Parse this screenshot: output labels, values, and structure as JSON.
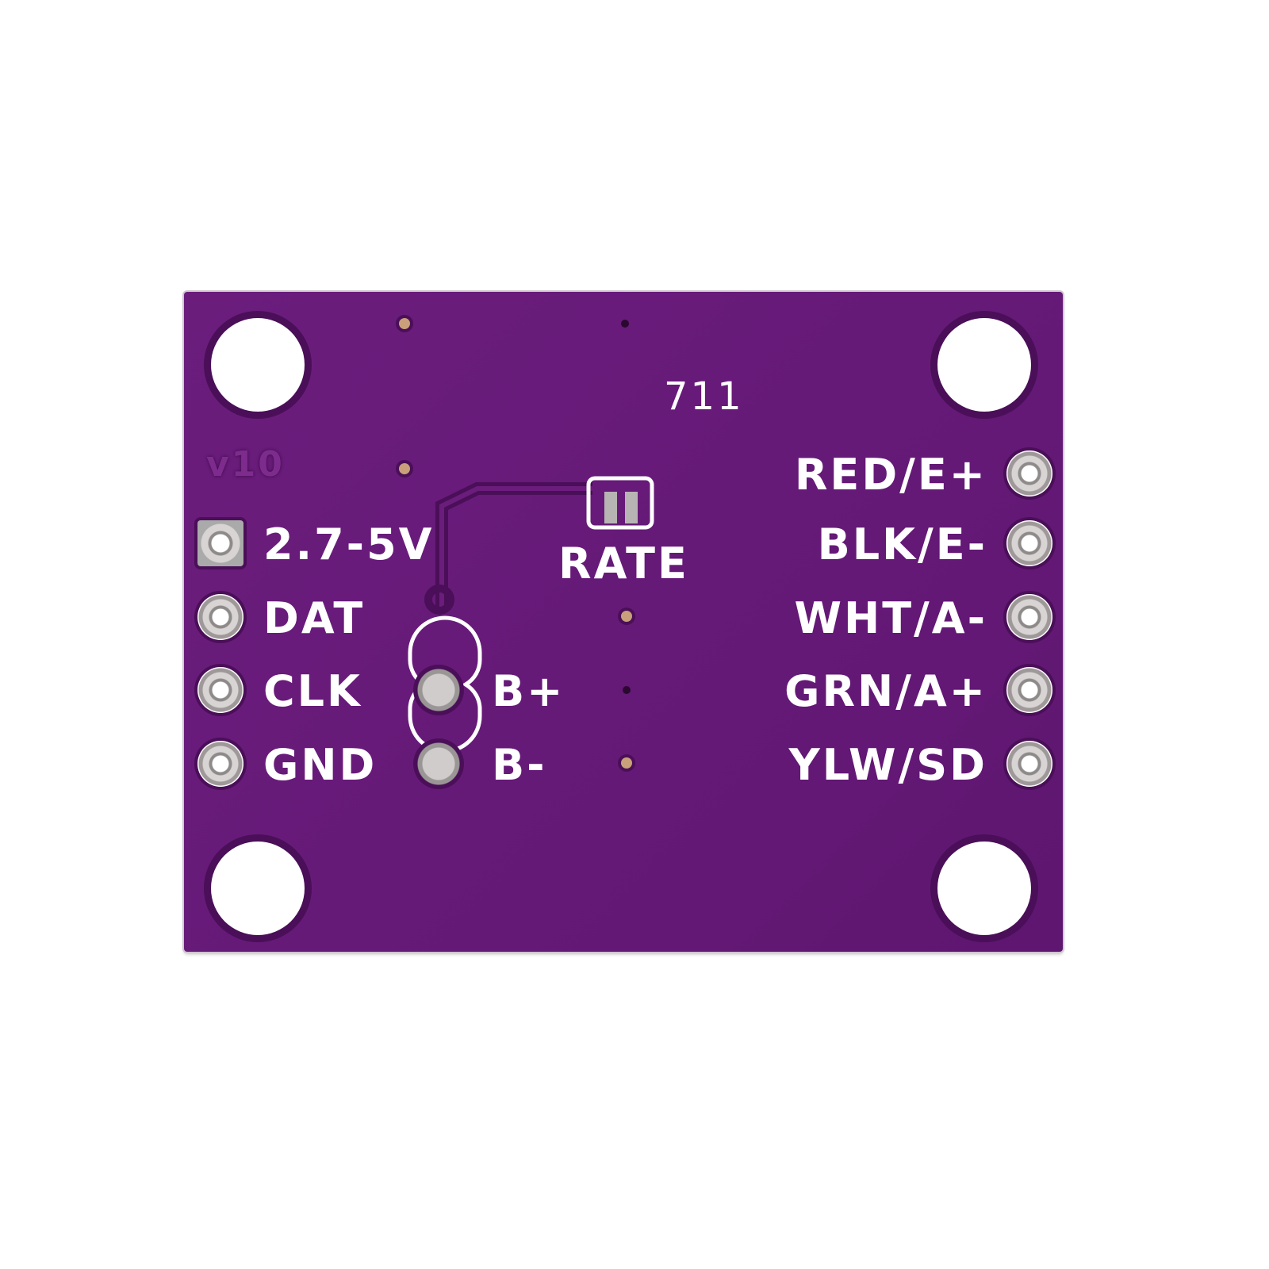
{
  "board": {
    "part_number": "711",
    "version": "v10",
    "jumper_label": "RATE",
    "left_pins": [
      "2.7-5V",
      "DAT",
      "CLK",
      "GND"
    ],
    "right_pins": [
      "RED/E+",
      "BLK/E-",
      "WHT/A-",
      "GRN/A+",
      "YLW/SD"
    ],
    "b_pads": [
      "B+",
      "B-"
    ],
    "colors": {
      "pcb": "#6b1d7c",
      "silkscreen": "#ffffff"
    }
  }
}
